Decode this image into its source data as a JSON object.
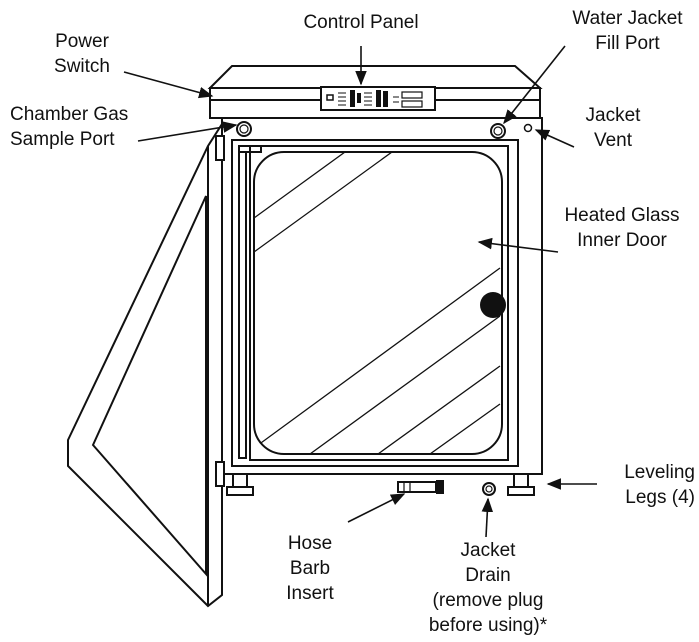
{
  "labels": {
    "control_panel": "Control Panel",
    "power_switch": [
      "Power",
      "Switch"
    ],
    "water_jacket_fill_port": [
      "Water Jacket",
      "Fill Port"
    ],
    "chamber_gas_sample_port": [
      "Chamber Gas",
      "Sample Port"
    ],
    "jacket_vent": [
      "Jacket",
      "Vent"
    ],
    "heated_glass_inner_door": [
      "Heated Glass",
      "Inner Door"
    ],
    "leveling_legs": [
      "Leveling",
      "Legs (4)"
    ],
    "hose_barb_insert": [
      "Hose",
      "Barb",
      "Insert"
    ],
    "jacket_drain": [
      "Jacket",
      "Drain",
      "(remove plug",
      "before using)*"
    ]
  },
  "colors": {
    "line": "#111111",
    "background": "#ffffff"
  }
}
